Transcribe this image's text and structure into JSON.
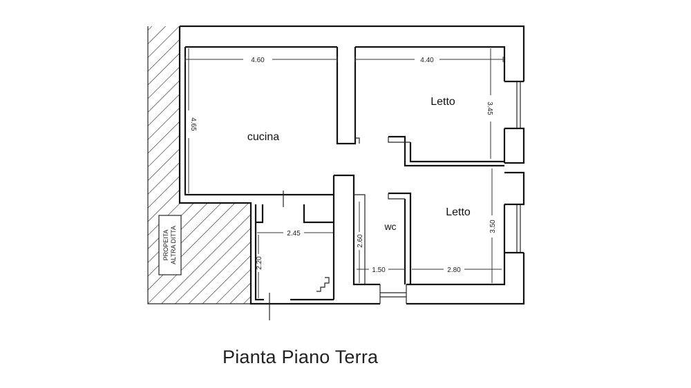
{
  "rooms": {
    "kitchen": "cucina",
    "bedroom_1": "Letto",
    "bedroom_2": "Letto",
    "bathroom": "wc"
  },
  "dimensions": {
    "kitchen_width": "4.60",
    "kitchen_depth": "4.65",
    "bedroom1_width": "4.40",
    "bedroom1_depth": "3.45",
    "bedroom2_depth": "3.50",
    "bedroom2_width": "2.80",
    "wc_width": "1.50",
    "wc_depth": "2.60",
    "storage_width": "2.45",
    "storage_depth": "2.20"
  },
  "neighbor_label": {
    "line1": "PROPEITA",
    "line2": "ALTRA DITTA"
  },
  "title": "Pianta Piano Terra"
}
